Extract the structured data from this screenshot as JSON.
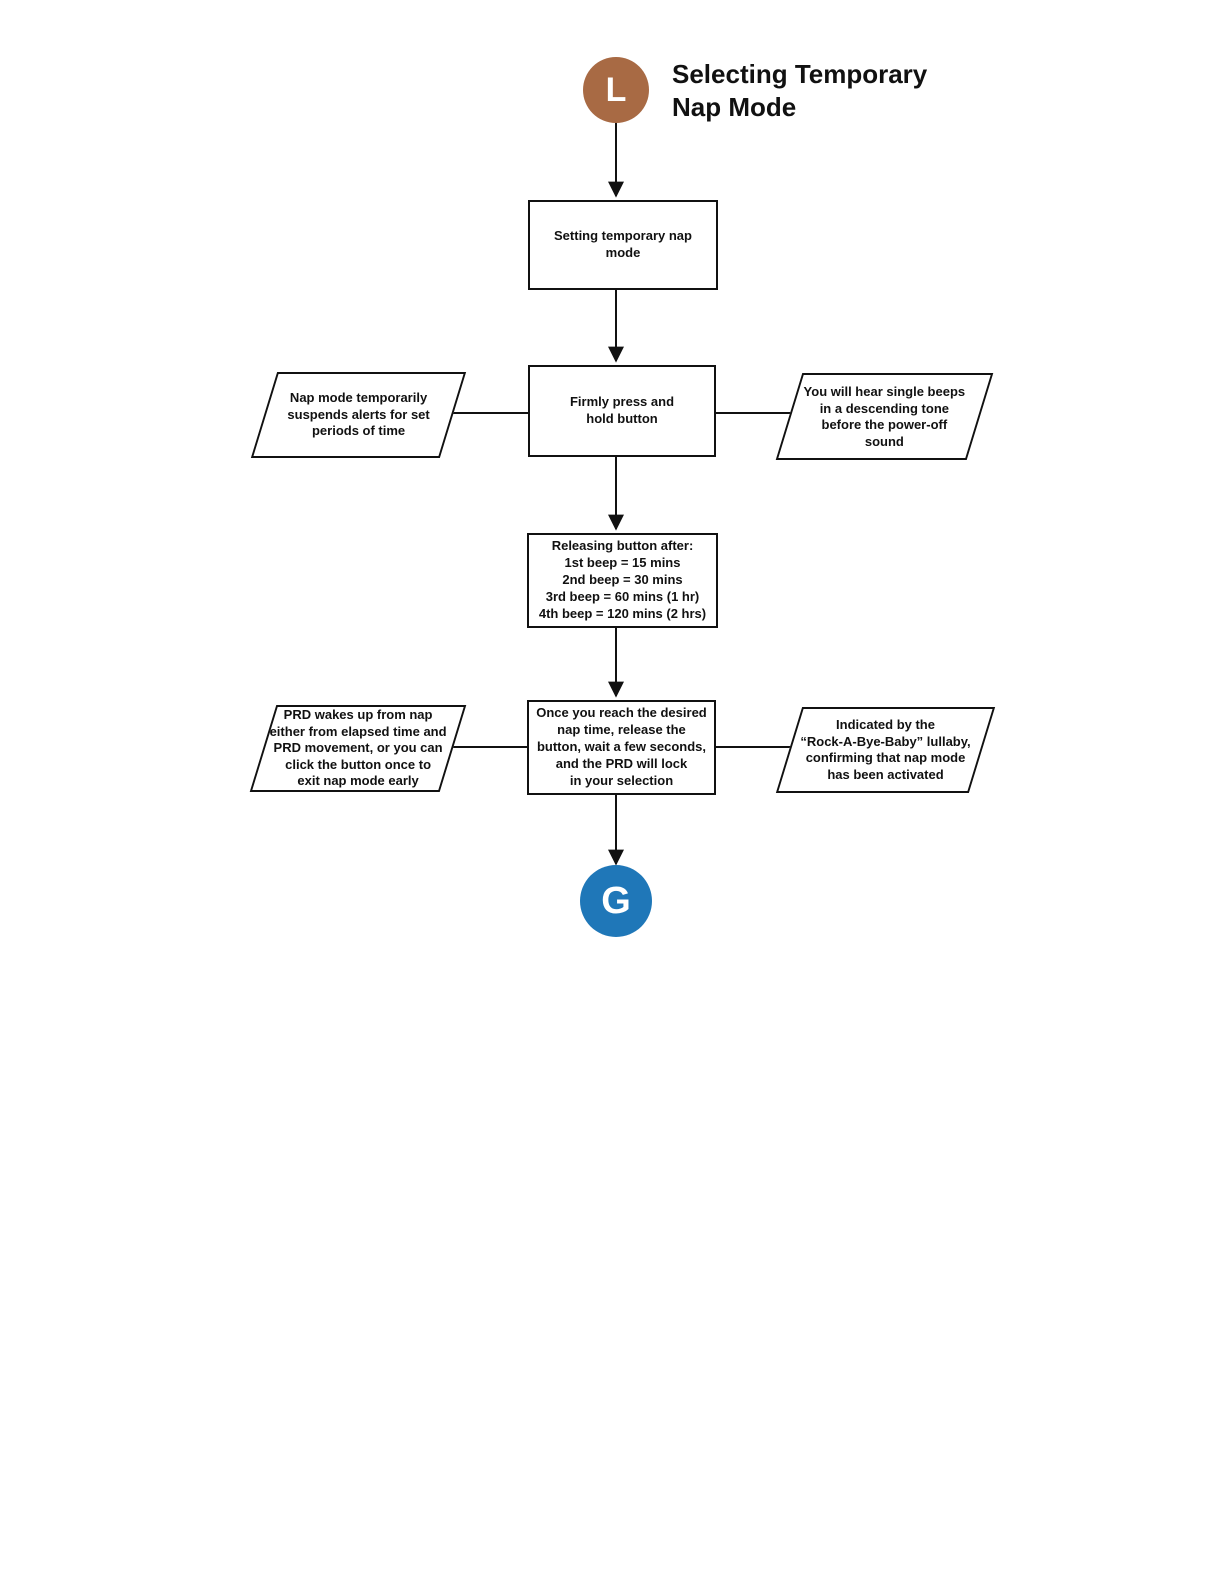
{
  "title": "Selecting Temporary\nNap Mode",
  "start": {
    "label": "L",
    "color": "#a86a44"
  },
  "end": {
    "label": "G",
    "color": "#1f77b8"
  },
  "steps": {
    "setting": "Setting temporary nap\nmode",
    "press": "Firmly press and\nhold button",
    "release": "Releasing button after:\n1st beep = 15 mins\n2nd beep = 30 mins\n3rd beep = 60 mins (1 hr)\n4th beep = 120 mins (2 hrs)",
    "lock": "Once you reach the desired\nnap time, release the\nbutton, wait a few seconds,\nand the PRD will lock\nin your selection"
  },
  "notes": {
    "suspend": "Nap mode temporarily\nsuspends alerts for set\nperiods of time",
    "beeps": "You will hear single beeps\nin a descending tone\nbefore the power-off\nsound",
    "wake": "PRD wakes up from nap\neither from elapsed time and\nPRD movement, or you can\nclick the button once to\nexit nap mode early",
    "lullaby": "Indicated by the\n“Rock-A-Bye-Baby” lullaby,\nconfirming that nap mode\nhas been activated"
  }
}
